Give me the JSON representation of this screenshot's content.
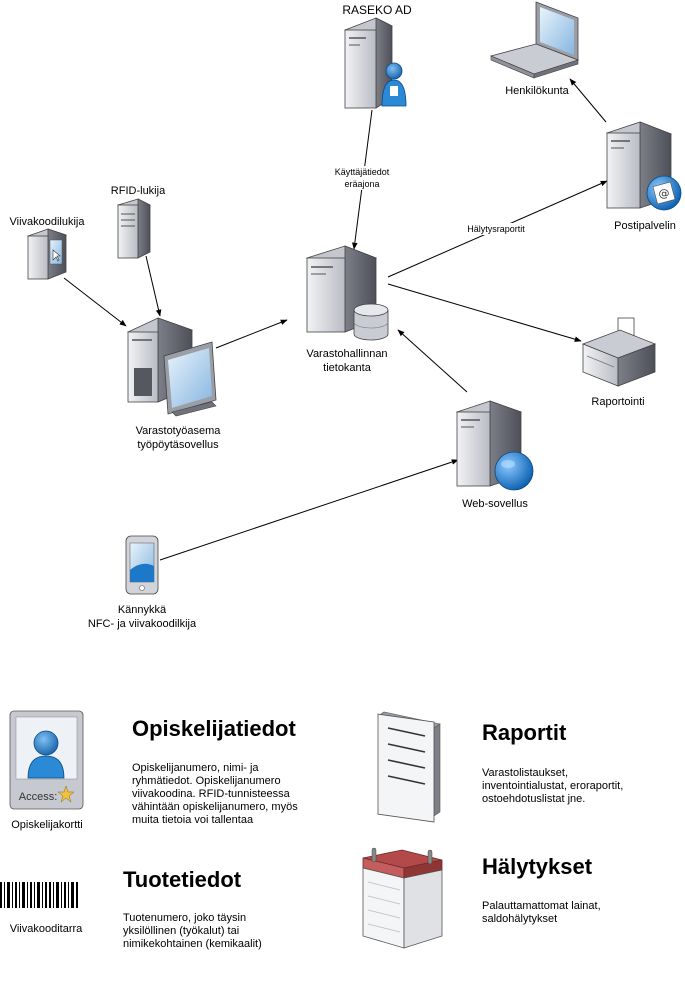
{
  "nodes": {
    "raseko_ad": "RASEKO AD",
    "henkilokunta": "Henkilökunta",
    "postipalvelin": "Postipalvelin",
    "rfid_lukija": "RFID-lukija",
    "viivakoodilukija": "Viivakoodilukija",
    "varastotyoasema": [
      "Varastotyöasema",
      "työpöytäsovellus"
    ],
    "varastohallinnan_tietokanta": [
      "Varastohallinnan",
      "tietokanta"
    ],
    "raportointi": "Raportointi",
    "web_sovellus": "Web-sovellus",
    "kannykka": [
      "Kännykkä",
      "NFC- ja viivakoodilkija"
    ]
  },
  "edges": {
    "kayttajatiedot": [
      "Käyttäjätiedot",
      "eräajona"
    ],
    "halytysraportit": "Hälytysraportit"
  },
  "legend": {
    "opiskelijakortti": {
      "caption": "Opiskelijakortti",
      "card_text": "Access:",
      "title": "Opiskelijatiedot",
      "text": [
        "Opiskelijanumero, nimi- ja",
        "ryhmätiedot. Opiskelijanumero",
        "viivakoodina. RFID-tunnisteessa",
        "vähintään opiskelijanumero, myös",
        "muita tietoia voi tallentaa"
      ]
    },
    "raportit": {
      "title": "Raportit",
      "text": [
        "Varastolistaukset,",
        "inventointialustat, eroraportit,",
        "ostoehdotuslistat jne."
      ]
    },
    "tuotetiedot": {
      "caption": "Viivakooditarra",
      "title": "Tuotetiedot",
      "text": [
        "Tuotenumero, joko täysin",
        "yksilöllinen (työkalut) tai",
        "nimikekohtainen (kemikaalit)"
      ]
    },
    "halytykset": {
      "title": "Hälytykset",
      "text": [
        "Palauttamattomat lainat,",
        "saldohälytykset"
      ]
    }
  },
  "colors": {
    "server_light": "#d6d8de",
    "server_dark": "#6d7079",
    "screen_blue": "#a9cbe9",
    "globe_blue": "#1e78c8",
    "person_blue": "#2b8ad6",
    "calendar_red": "#b24a4a"
  }
}
